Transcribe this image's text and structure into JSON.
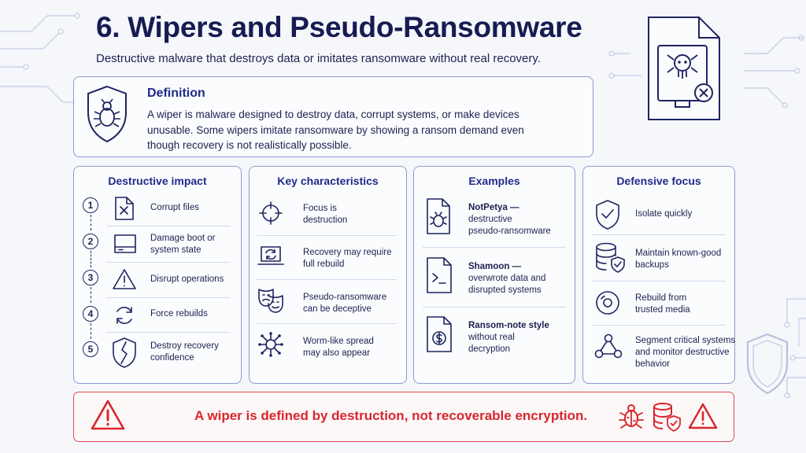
{
  "header": {
    "title": "6. Wipers and Pseudo-Ransomware",
    "subtitle": "Destructive malware that destroys data or imitates ransomware without real recovery."
  },
  "definition": {
    "heading": "Definition",
    "line1": "A wiper is malware designed to destroy data, corrupt systems, or make devices",
    "line2": "unusable. Some wipers imitate ransomware by showing a ransom demand even",
    "line3": "though recovery is not realistically possible."
  },
  "impact": {
    "title": "Destructive impact",
    "items": [
      {
        "num": "1",
        "line1": "Corrupt files",
        "line2": ""
      },
      {
        "num": "2",
        "line1": "Damage boot or",
        "line2": "system state"
      },
      {
        "num": "3",
        "line1": "Disrupt operations",
        "line2": ""
      },
      {
        "num": "4",
        "line1": "Force rebuilds",
        "line2": ""
      },
      {
        "num": "5",
        "line1": "Destroy recovery",
        "line2": "confidence"
      }
    ]
  },
  "characteristics": {
    "title": "Key characteristics",
    "items": [
      {
        "line1": "Focus is",
        "line2": "destruction"
      },
      {
        "line1": "Recovery may require",
        "line2": "full rebuild"
      },
      {
        "line1": "Pseudo-ransomware",
        "line2": "can be deceptive"
      },
      {
        "line1": "Worm-like spread",
        "line2": "may also appear"
      }
    ]
  },
  "examples": {
    "title": "Examples",
    "items": [
      {
        "name": "NotPetya —",
        "line2": "destructive",
        "line3": "pseudo-ransomware"
      },
      {
        "name": "Shamoon —",
        "line2": "overwrote data and",
        "line3": "disrupted systems"
      },
      {
        "name": "Ransom-note style",
        "line2": "without real",
        "line3": "decryption"
      }
    ]
  },
  "defense": {
    "title": "Defensive focus",
    "items": [
      {
        "line1": "Isolate quickly",
        "line2": "",
        "line3": ""
      },
      {
        "line1": "Maintain known-good",
        "line2": "backups",
        "line3": ""
      },
      {
        "line1": "Rebuild from",
        "line2": "trusted media",
        "line3": ""
      },
      {
        "line1": "Segment critical systems",
        "line2": "and monitor destructive",
        "line3": "behavior"
      }
    ]
  },
  "footer": {
    "message": "A wiper is defined by destruction, not recoverable encryption."
  },
  "colors": {
    "navy": "#161c52",
    "accent_blue": "#2a3597",
    "alert_red": "#d8262c"
  }
}
